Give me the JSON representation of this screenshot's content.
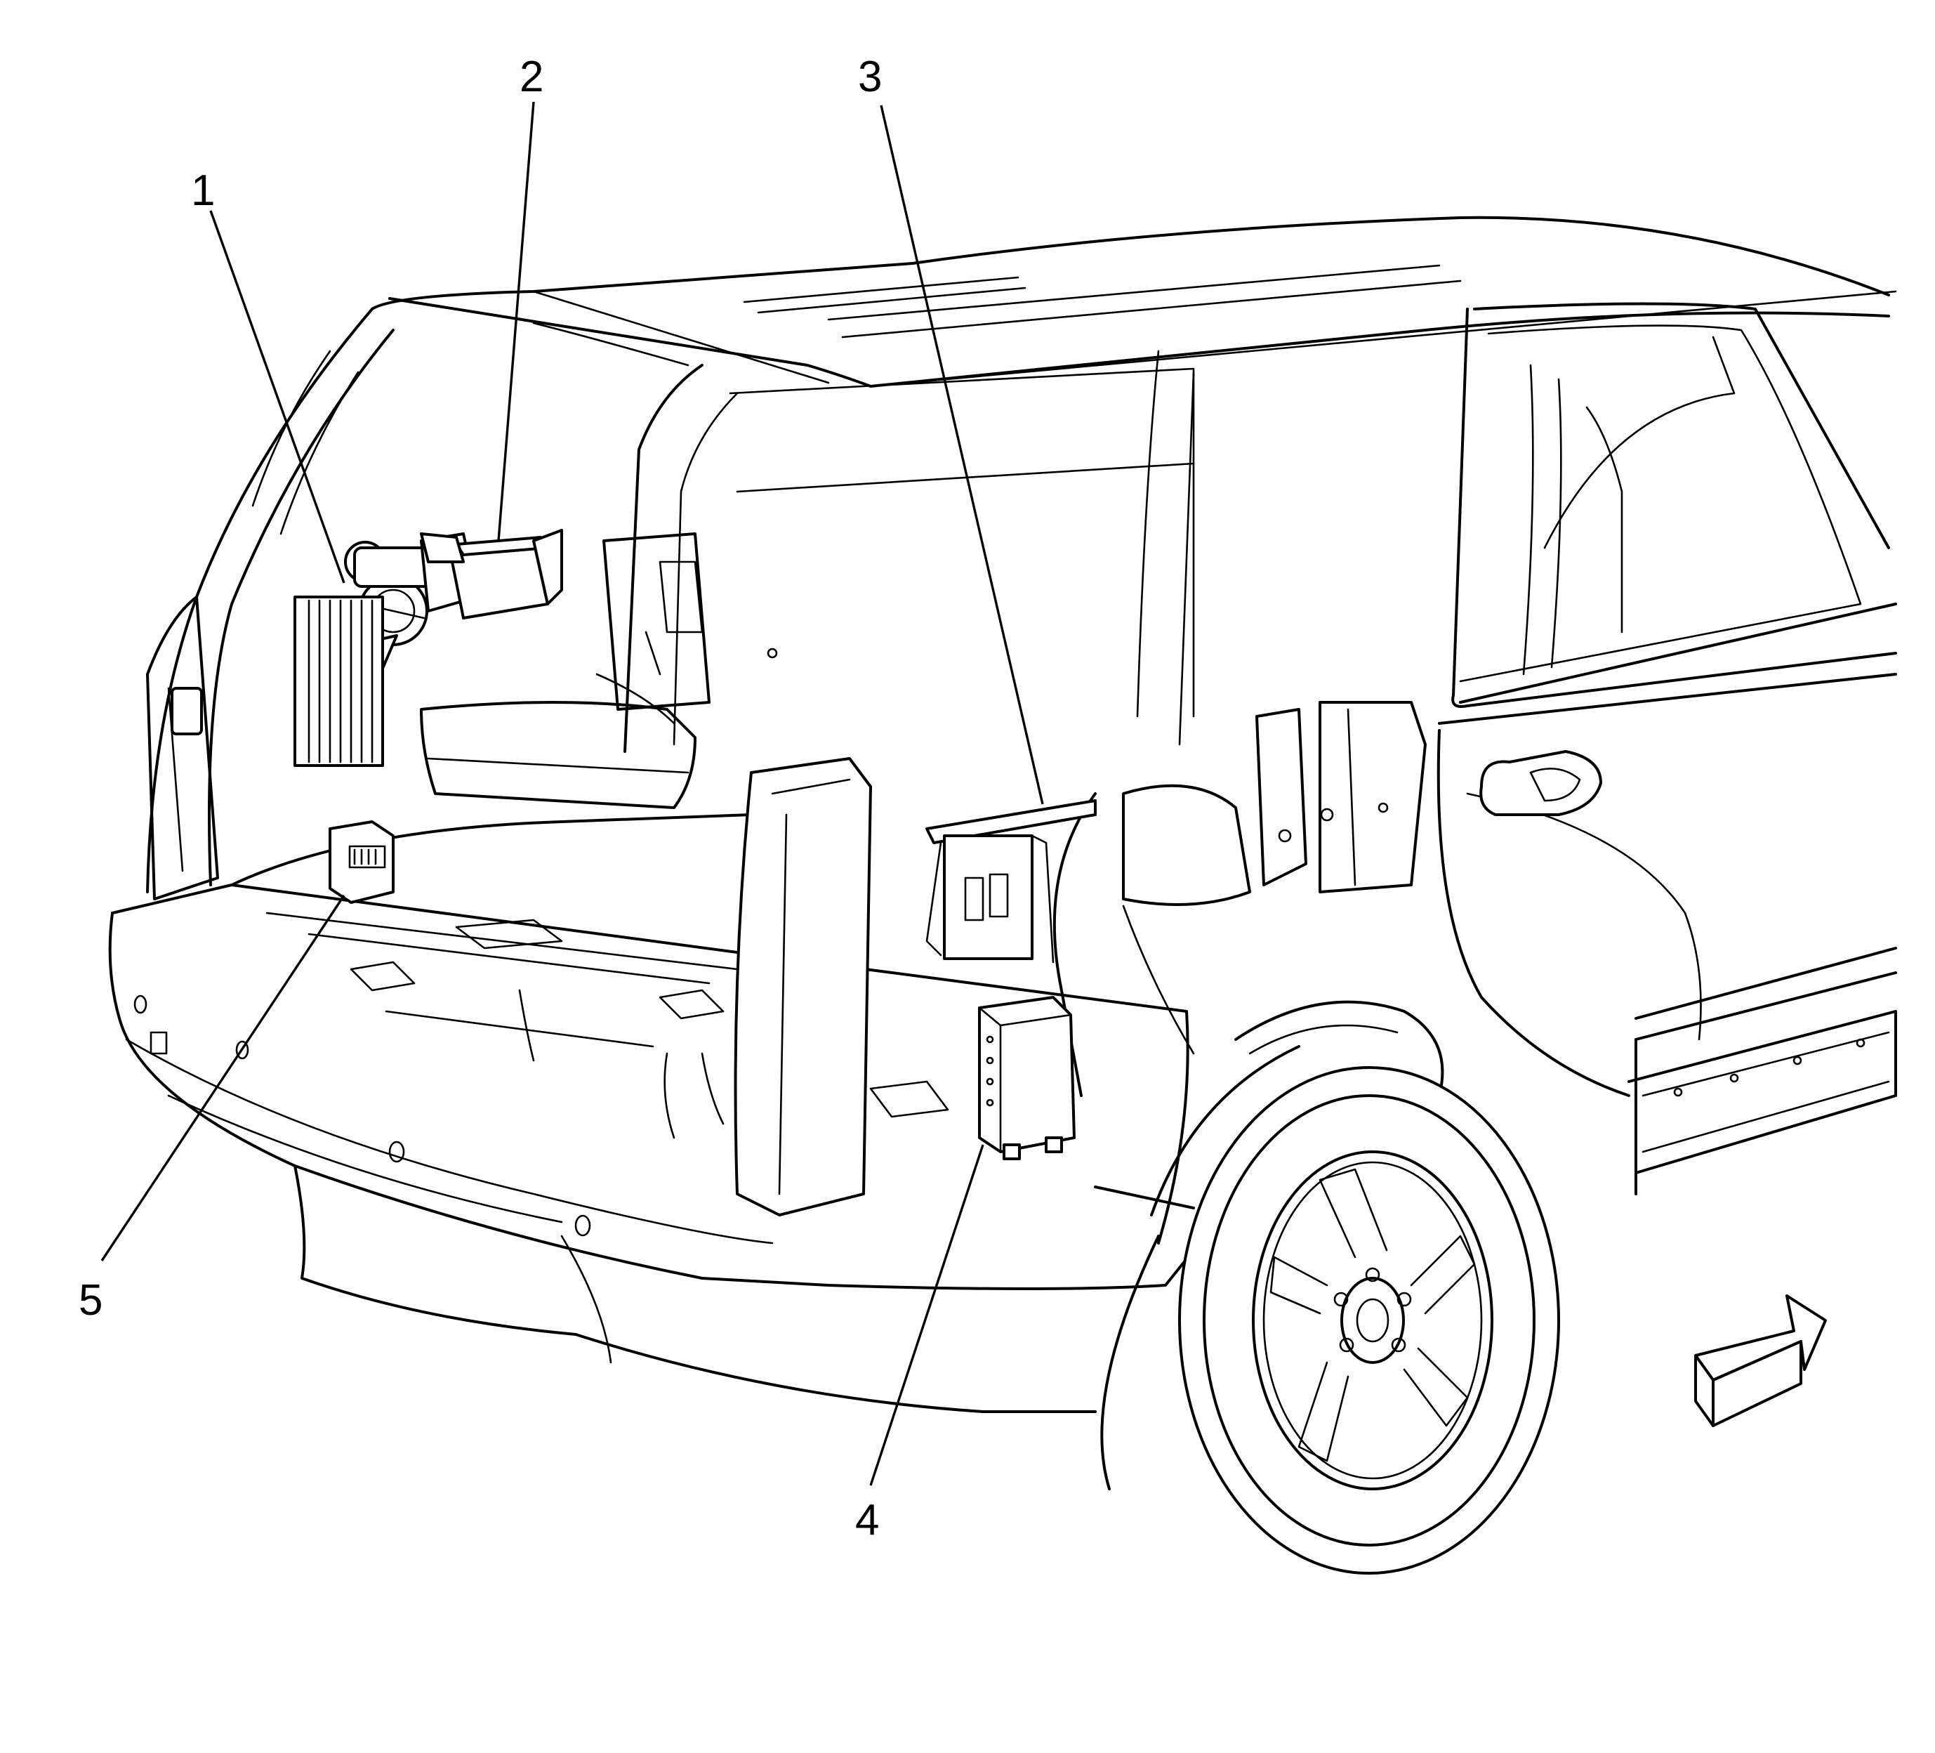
{
  "callouts": [
    {
      "id": "1",
      "text": "1"
    },
    {
      "id": "2",
      "text": "2"
    },
    {
      "id": "3",
      "text": "3"
    },
    {
      "id": "4",
      "text": "4"
    },
    {
      "id": "5",
      "text": "5"
    }
  ],
  "icons": {
    "direction_arrow": "front-direction-arrow-icon"
  },
  "colors": {
    "line": "#000000",
    "background": "#ffffff"
  }
}
